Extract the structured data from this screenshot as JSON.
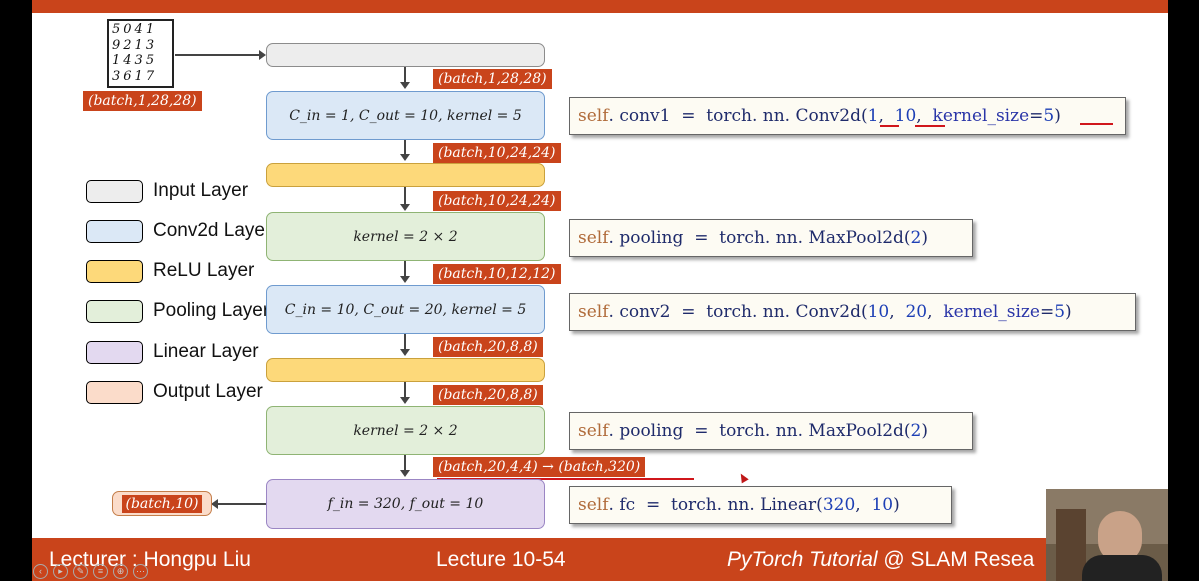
{
  "legend": [
    {
      "label": "Input Layer",
      "color": "#ededed"
    },
    {
      "label": "Conv2d Layer",
      "color": "#dbe8f6"
    },
    {
      "label": "ReLU Layer",
      "color": "#fdd97a"
    },
    {
      "label": "Pooling Layer",
      "color": "#e3efda"
    },
    {
      "label": "Linear Layer",
      "color": "#e3d9f0"
    },
    {
      "label": "Output Layer",
      "color": "#fbdcca"
    }
  ],
  "digits_rows": [
    "5041",
    "9213",
    "1435",
    "3617"
  ],
  "input_shape": "(batch,1,28,28)",
  "layers": {
    "conv1": "C_in = 1, C_out = 10, kernel = 5",
    "pool1": "kernel = 2 × 2",
    "conv2": "C_in = 10, C_out = 20, kernel = 5",
    "pool2": "kernel = 2 × 2",
    "fc": "f_in = 320, f_out = 10"
  },
  "shapes": {
    "after_input": "(batch,1,28,28)",
    "after_conv1": "(batch,10,24,24)",
    "after_relu1": "(batch,10,24,24)",
    "after_pool1": "(batch,10,12,12)",
    "after_conv2": "(batch,20,8,8)",
    "after_relu2": "(batch,20,8,8)",
    "after_pool2": "(batch,20,4,4) → (batch,320)",
    "output": "(batch,10)"
  },
  "code": {
    "conv1": {
      "self": "self",
      "rest": ". conv1  =  torch. nn. Conv2d(",
      "a": "1",
      "b": "10",
      "kw": "kernel_size",
      "c": "5"
    },
    "pool1": {
      "self": "self",
      "rest": ". pooling  =  torch. nn. MaxPool2d(",
      "a": "2"
    },
    "conv2": {
      "self": "self",
      "rest": ". conv2  =  torch. nn. Conv2d(",
      "a": "10",
      "b": "20",
      "kw": "kernel_size",
      "c": "5"
    },
    "pool2": {
      "self": "self",
      "rest": ". pooling  =  torch. nn. MaxPool2d(",
      "a": "2"
    },
    "fc": {
      "self": "self",
      "rest": ". fc  =  torch. nn. Linear(",
      "a": "320",
      "b": "10"
    }
  },
  "footer": {
    "lecturer": "Lecturer : Hongpu Liu",
    "lecture": "Lecture 10-54",
    "course_italic": "PyTorch Tutorial",
    "course_rest": " @ SLAM Resea"
  }
}
